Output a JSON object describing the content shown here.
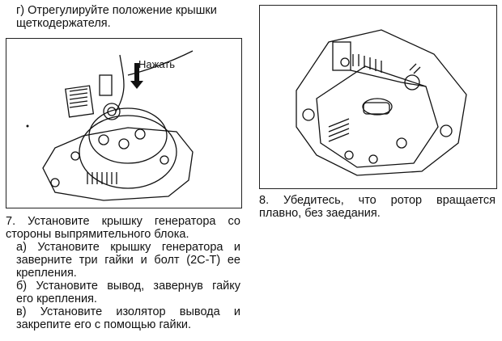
{
  "step_g": {
    "line1": "г) Отрегулируйте положение крышки",
    "line2": "щеткодержателя."
  },
  "figure1": {
    "label": "Нажать"
  },
  "step7": {
    "line1": "7. Установите крышку генератора со",
    "line2": "стороны выпрямительного блока.",
    "a1": "а) Установите крышку генератора и",
    "a2": "заверните три гайки и болт (2C-T) ее",
    "a3": "крепления.",
    "b1": "б) Установите вывод, завернув гайку",
    "b2": "его крепления.",
    "c1": "в) Установите изолятор вывода и",
    "c2": "закрепите его с помощью гайки."
  },
  "step8": {
    "line1": "8. Убедитесь, что ротор вращается",
    "line2": "плавно, без заедания."
  }
}
